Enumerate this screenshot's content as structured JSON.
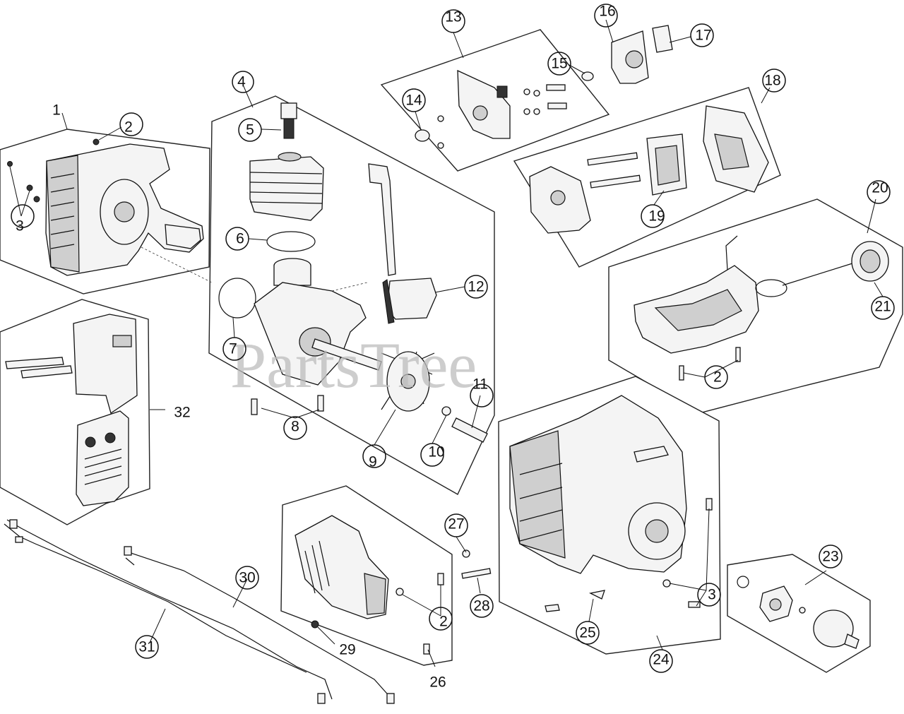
{
  "watermark": "PartsTree",
  "callouts": {
    "c1": "1",
    "c2a": "2",
    "c3a": "3",
    "c4": "4",
    "c5": "5",
    "c6": "6",
    "c7": "7",
    "c8": "8",
    "c9": "9",
    "c10": "10",
    "c11": "11",
    "c12": "12",
    "c13": "13",
    "c14": "14",
    "c15": "15",
    "c16": "16",
    "c17": "17",
    "c18": "18",
    "c19": "19",
    "c20": "20",
    "c21": "21",
    "c2b": "2",
    "c23": "23",
    "c24": "24",
    "c25": "25",
    "c3b": "3",
    "c26": "26",
    "c27": "27",
    "c28": "28",
    "c2c": "2",
    "c29": "29",
    "c30": "30",
    "c31": "31",
    "c32": "32"
  }
}
